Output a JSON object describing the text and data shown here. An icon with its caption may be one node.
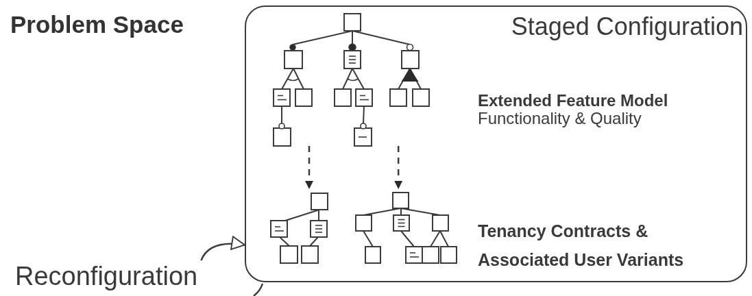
{
  "diagram": {
    "title": "Problem Space",
    "nodes": [
      {
        "text": [
          "Staged Configuration"
        ]
      },
      {
        "text": [],
        "shape": "picture",
        "in": 0
      },
      {
        "text": [],
        "shape": "picture",
        "in": 0
      },
      {
        "text": [],
        "shape": "picture",
        "in": 0
      },
      {
        "text": [
          "Reconfiguration"
        ]
      }
    ],
    "edges": [
      {
        "from": 1,
        "to": 2,
        "arrow": "to",
        "style": "dashed"
      },
      {
        "from": 1,
        "to": 3,
        "arrow": "to",
        "style": "dashed"
      },
      {
        "from": 4,
        "to": 0,
        "arrow": "to"
      }
    ],
    "labels": [
      "Extended Feature Model",
      "Functionality & Quality",
      "Tenancy Contracts & Associated User Variants"
    ]
  }
}
